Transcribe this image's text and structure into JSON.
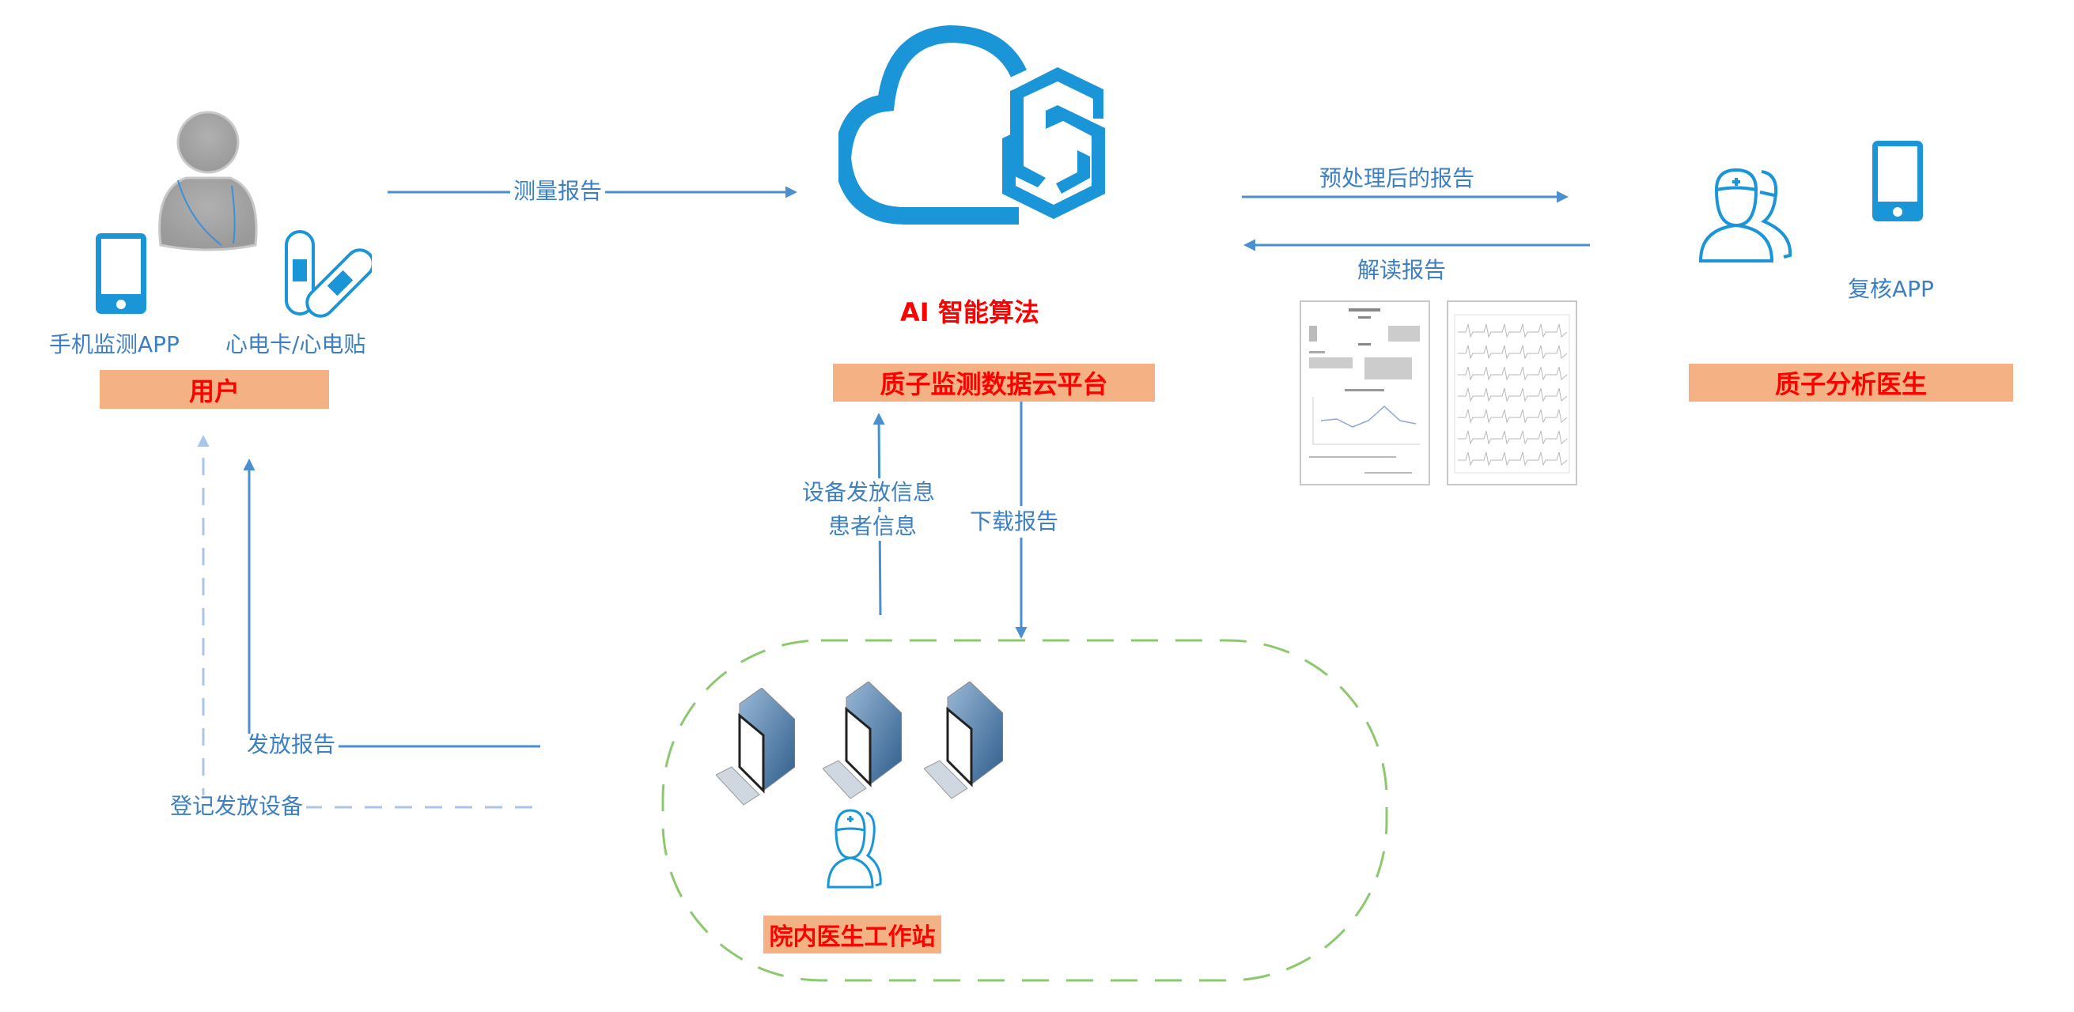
{
  "colors": {
    "icon_blue": "#1a96d8",
    "arrow_blue": "#4a8fd0",
    "text_blue": "#3c7fc2",
    "label_bg": "#f4b183",
    "label_text": "#ff0000",
    "dash_green": "#8cc86c",
    "dash_blue_light": "#aac4ea"
  },
  "user": {
    "phone_label": "手机监测APP",
    "device_label": "心电卡/心电贴",
    "title": "用户"
  },
  "cloud": {
    "algorithm_label": "AI 智能算法",
    "title": "质子监测数据云平台"
  },
  "analyst": {
    "app_label": "复核APP",
    "title": "质子分析医生"
  },
  "hospital": {
    "title": "院内医生工作站",
    "workstations": [
      "workstation-1",
      "workstation-2",
      "workstation-3"
    ]
  },
  "flows": {
    "measure_report": "测量报告",
    "preprocessed_report": "预处理后的报告",
    "interpret_report": "解读报告",
    "device_info_line1": "设备发放信息",
    "device_info_line2": "患者信息",
    "download_report": "下载报告",
    "issue_report": "发放报告",
    "register_device": "登记发放设备"
  }
}
